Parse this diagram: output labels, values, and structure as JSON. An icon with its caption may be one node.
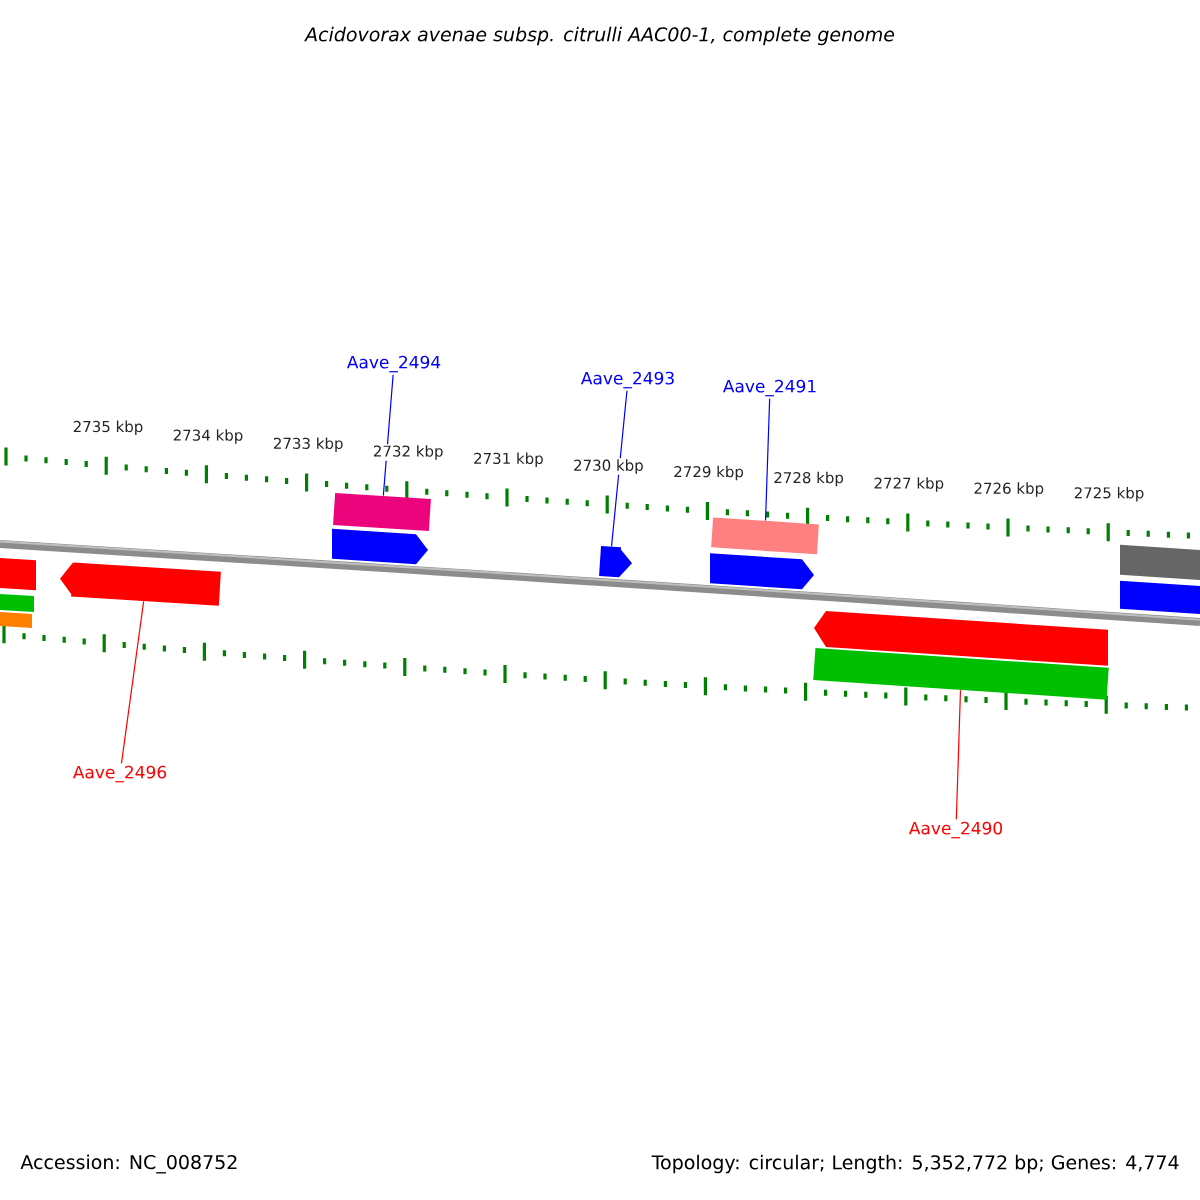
{
  "diagram": {
    "title": "Acidovorax avenae subsp. citrulli AAC00-1, complete genome",
    "nodes": [
      {
        "text": [
          "Aave_2494"
        ]
      },
      {
        "text": [
          "Aave_2493"
        ]
      },
      {
        "text": [
          "Aave_2491"
        ]
      },
      {
        "text": [
          "Aave_2496"
        ]
      },
      {
        "text": [
          "Aave_2490"
        ]
      },
      {
        "text": [],
        "shape": "bar"
      },
      {
        "text": [],
        "shape": "bar"
      },
      {
        "text": [],
        "shape": "bar"
      },
      {
        "text": [],
        "shape": "bar"
      },
      {
        "text": [],
        "shape": "bar"
      }
    ],
    "edges": [
      {
        "from": 0,
        "to": 5,
        "arrow": "none",
        "color": "#0000ff"
      },
      {
        "from": 1,
        "to": 6,
        "arrow": "none",
        "color": "#0000ff"
      },
      {
        "from": 2,
        "to": 7,
        "arrow": "none",
        "color": "#0000ff"
      },
      {
        "from": 3,
        "to": 8,
        "arrow": "none",
        "color": "#ff0000"
      },
      {
        "from": 4,
        "to": 9,
        "arrow": "none",
        "color": "#ff0000"
      }
    ],
    "labels": [
      "2735 kbp",
      "2734 kbp",
      "2733 kbp",
      "2732 kbp",
      "2731 kbp",
      "2730 kbp",
      "2729 kbp",
      "2728 kbp",
      "2727 kbp",
      "2726 kbp",
      "2725 kbp",
      "Accession: NC_008752",
      "Topology: circular; Length: 5,352,772 bp; Genes: 4,774"
    ]
  }
}
